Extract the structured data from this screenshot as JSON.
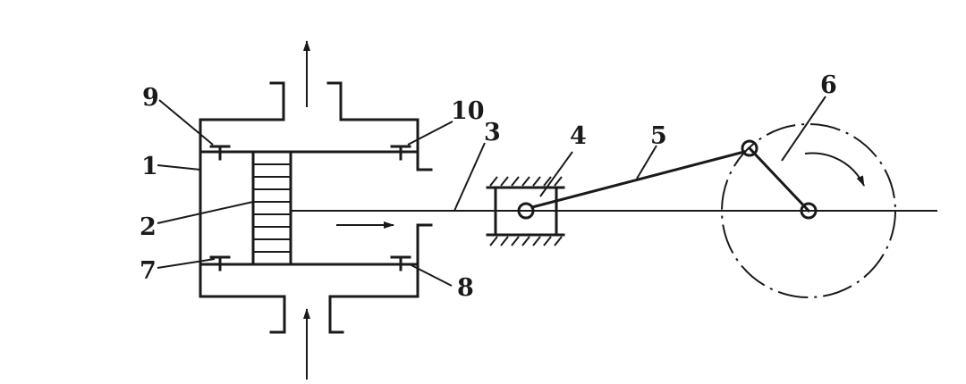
{
  "labels": {
    "l1": "1",
    "l2": "2",
    "l3": "3",
    "l4": "4",
    "l5": "5",
    "l6": "6",
    "l7": "7",
    "l8": "8",
    "l9": "9",
    "l10": "10"
  },
  "rotation_direction": "clockwise",
  "piston_motion": "right",
  "flow": {
    "inlet": "bottom",
    "outlet": "top"
  }
}
